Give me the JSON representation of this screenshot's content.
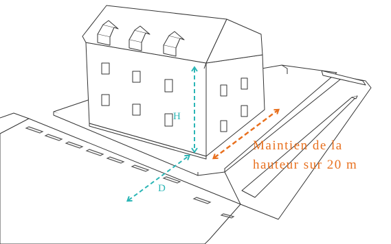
{
  "labels": {
    "height": "H",
    "distance": "D",
    "note_line1": "Maintien de la",
    "note_line2": "hauteur sur 20 m"
  },
  "colors": {
    "outline": "#333333",
    "road_dash": "#555555",
    "height_arrow": "#2ab5b5",
    "distance_arrow": "#2ab5b5",
    "length_arrow": "#e8701e",
    "note_text": "#e8701e"
  }
}
